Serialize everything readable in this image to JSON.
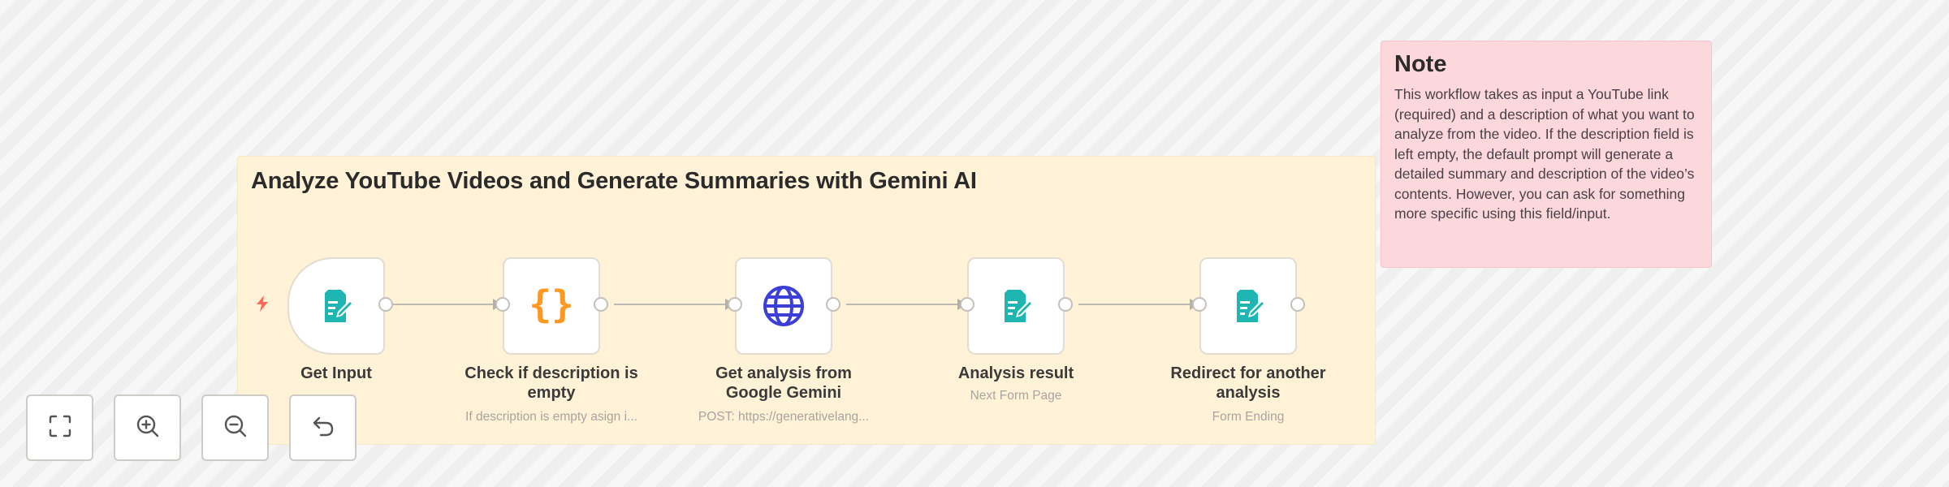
{
  "canvas": {
    "background": "#f5f5f5"
  },
  "group_sticky": {
    "title": "Analyze YouTube Videos and Generate Summaries with Gemini AI",
    "color": "#fff2d6"
  },
  "note_sticky": {
    "title": "Note",
    "body": "This workflow takes as input a YouTube link (required) and a description of what you want to analyze from the video. If the description field is left empty, the default prompt will generate a detailed summary and description of the video’s contents. However, you can ask for something more specific using this field/input.",
    "color": "#fcd8dc"
  },
  "nodes": [
    {
      "label": "Get Input",
      "subtitle": "",
      "icon": "form-edit-icon",
      "icon_color": "#1fb5b0",
      "is_trigger": true
    },
    {
      "label": "Check if description is empty",
      "subtitle": "If description is empty asign i...",
      "icon": "curly-braces-icon",
      "icon_color": "#ff9922"
    },
    {
      "label": "Get analysis from Google Gemini",
      "subtitle": "POST: https://generativelang...",
      "icon": "globe-icon",
      "icon_color": "#3b3fd8"
    },
    {
      "label": "Analysis result",
      "subtitle": "Next Form Page",
      "icon": "form-edit-icon",
      "icon_color": "#1fb5b0"
    },
    {
      "label": "Redirect for another analysis",
      "subtitle": "Form Ending",
      "icon": "form-edit-icon",
      "icon_color": "#1fb5b0"
    }
  ],
  "trigger_icon": {
    "name": "lightning-bolt-icon",
    "color": "#ff6b5b"
  },
  "controls": [
    {
      "name": "fit-view",
      "icon": "fit-view-icon"
    },
    {
      "name": "zoom-in",
      "icon": "zoom-in-icon"
    },
    {
      "name": "zoom-out",
      "icon": "zoom-out-icon"
    },
    {
      "name": "reset-zoom",
      "icon": "undo-icon"
    }
  ]
}
